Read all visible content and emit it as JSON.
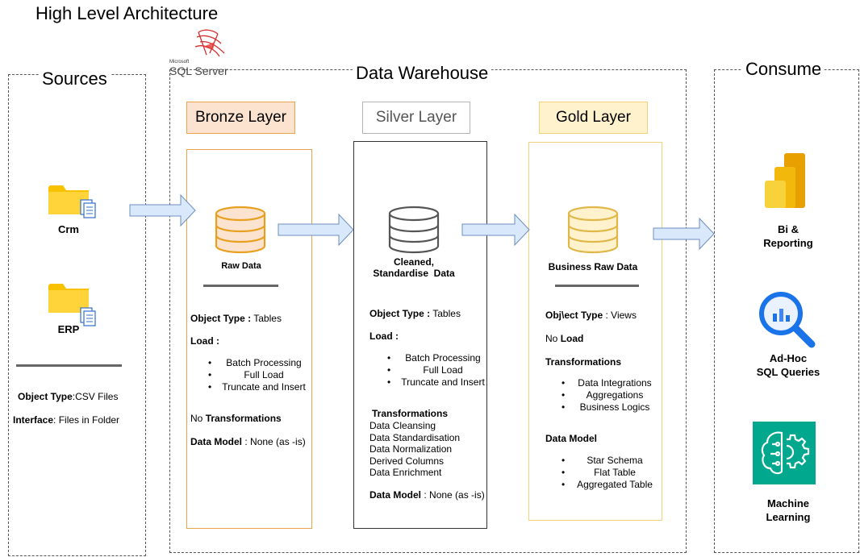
{
  "title": "High Level Architecture",
  "sql_server": {
    "vendor": "Microsoft",
    "label": "SQL Server"
  },
  "sources": {
    "title": "Sources",
    "items": [
      {
        "label": "Crm",
        "icon": "folder-file-icon"
      },
      {
        "label": "ERP",
        "icon": "folder-file-icon"
      }
    ],
    "object_type_label": "Object Type",
    "object_type_value": ":CSV Files",
    "interface_label": "Interface",
    "interface_value": ": Files in Folder"
  },
  "warehouse": {
    "title": "Data Warehouse",
    "bronze": {
      "header": "Bronze Layer",
      "db_caption": "Raw Data",
      "object_type_label": "Object Type :",
      "object_type_value": "Tables",
      "load_label": "Load :",
      "load_items": [
        "Batch Processing",
        "Full Load",
        "Truncate and Insert"
      ],
      "transform_prefix": "No",
      "transform_label": "Transformations",
      "data_model_label": "Data Model",
      "data_model_value": ": None (as -is)"
    },
    "silver": {
      "header": "Silver Layer",
      "db_caption_line1": "Cleaned,",
      "db_caption_line2": "Standardise  Data",
      "object_type_label": "Object Type :",
      "object_type_value": "Tables",
      "load_label": "Load :",
      "load_items": [
        "Batch Processing",
        "Full Load",
        "Truncate and Insert"
      ],
      "transform_label": "Transformations",
      "transform_items": [
        "Data Cleansing",
        "Data Standardisation",
        "Data Normalization",
        "Derived Columns",
        "Data Enrichment"
      ],
      "data_model_label": "Data Model",
      "data_model_value": ": None (as -is)"
    },
    "gold": {
      "header": "Gold Layer",
      "db_caption": "Business Raw Data",
      "object_type_label": "Obj\\ect Type",
      "object_type_value": ": Views",
      "load_prefix": "No",
      "load_label": "Load",
      "transform_label": "Transformations",
      "transform_items": [
        "Data Integrations",
        "Aggregations",
        "Business Logics"
      ],
      "data_model_label": "Data Model",
      "data_model_items": [
        "Star Schema",
        "Flat Table",
        "Aggregated Table"
      ]
    }
  },
  "consume": {
    "title": "Consume",
    "items": [
      {
        "line1": "Bi &",
        "line2": "Reporting",
        "icon": "power-bi-icon"
      },
      {
        "line1": "Ad-Hoc",
        "line2": "SQL Queries",
        "icon": "query-magnifier-icon"
      },
      {
        "line1": "Machine",
        "line2": "Learning",
        "icon": "ml-brain-gear-icon"
      }
    ]
  },
  "colors": {
    "bronze_fill": "#fbe3cf",
    "bronze_border": "#e8a44a",
    "silver_fill": "#ffffff",
    "silver_border": "#b3b3b3",
    "gold_fill": "#fff2cc",
    "gold_border": "#f0d27a",
    "arrow_fill": "#dae8fc",
    "arrow_stroke": "#6c8ebf",
    "folder": "#f9c200",
    "ml_green": "#01a88d"
  }
}
